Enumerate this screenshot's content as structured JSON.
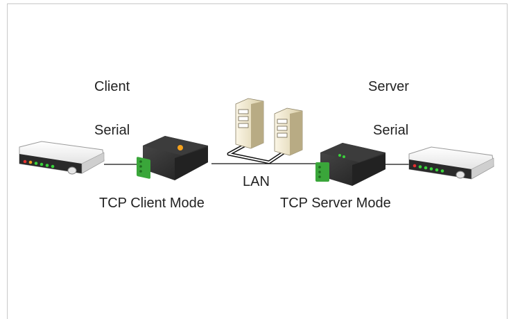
{
  "labels": {
    "client": "Client",
    "server": "Server",
    "serial_left": "Serial",
    "serial_right": "Serial",
    "lan": "LAN",
    "tcp_client_mode": "TCP Client Mode",
    "tcp_server_mode": "TCP Server Mode"
  },
  "colors": {
    "device_shell": "#f2f2f2",
    "device_panel": "#3a3a3a",
    "converter_body": "#2e2e2e",
    "terminal_green": "#3aa63a",
    "led_red": "#e53030",
    "led_green": "#39d33a",
    "led_orange": "#f5a11c",
    "server_case": "#ece3c4",
    "cable": "#111111"
  },
  "icons": [
    "serial-device-icon",
    "serial-converter-icon",
    "server-tower-icon"
  ]
}
